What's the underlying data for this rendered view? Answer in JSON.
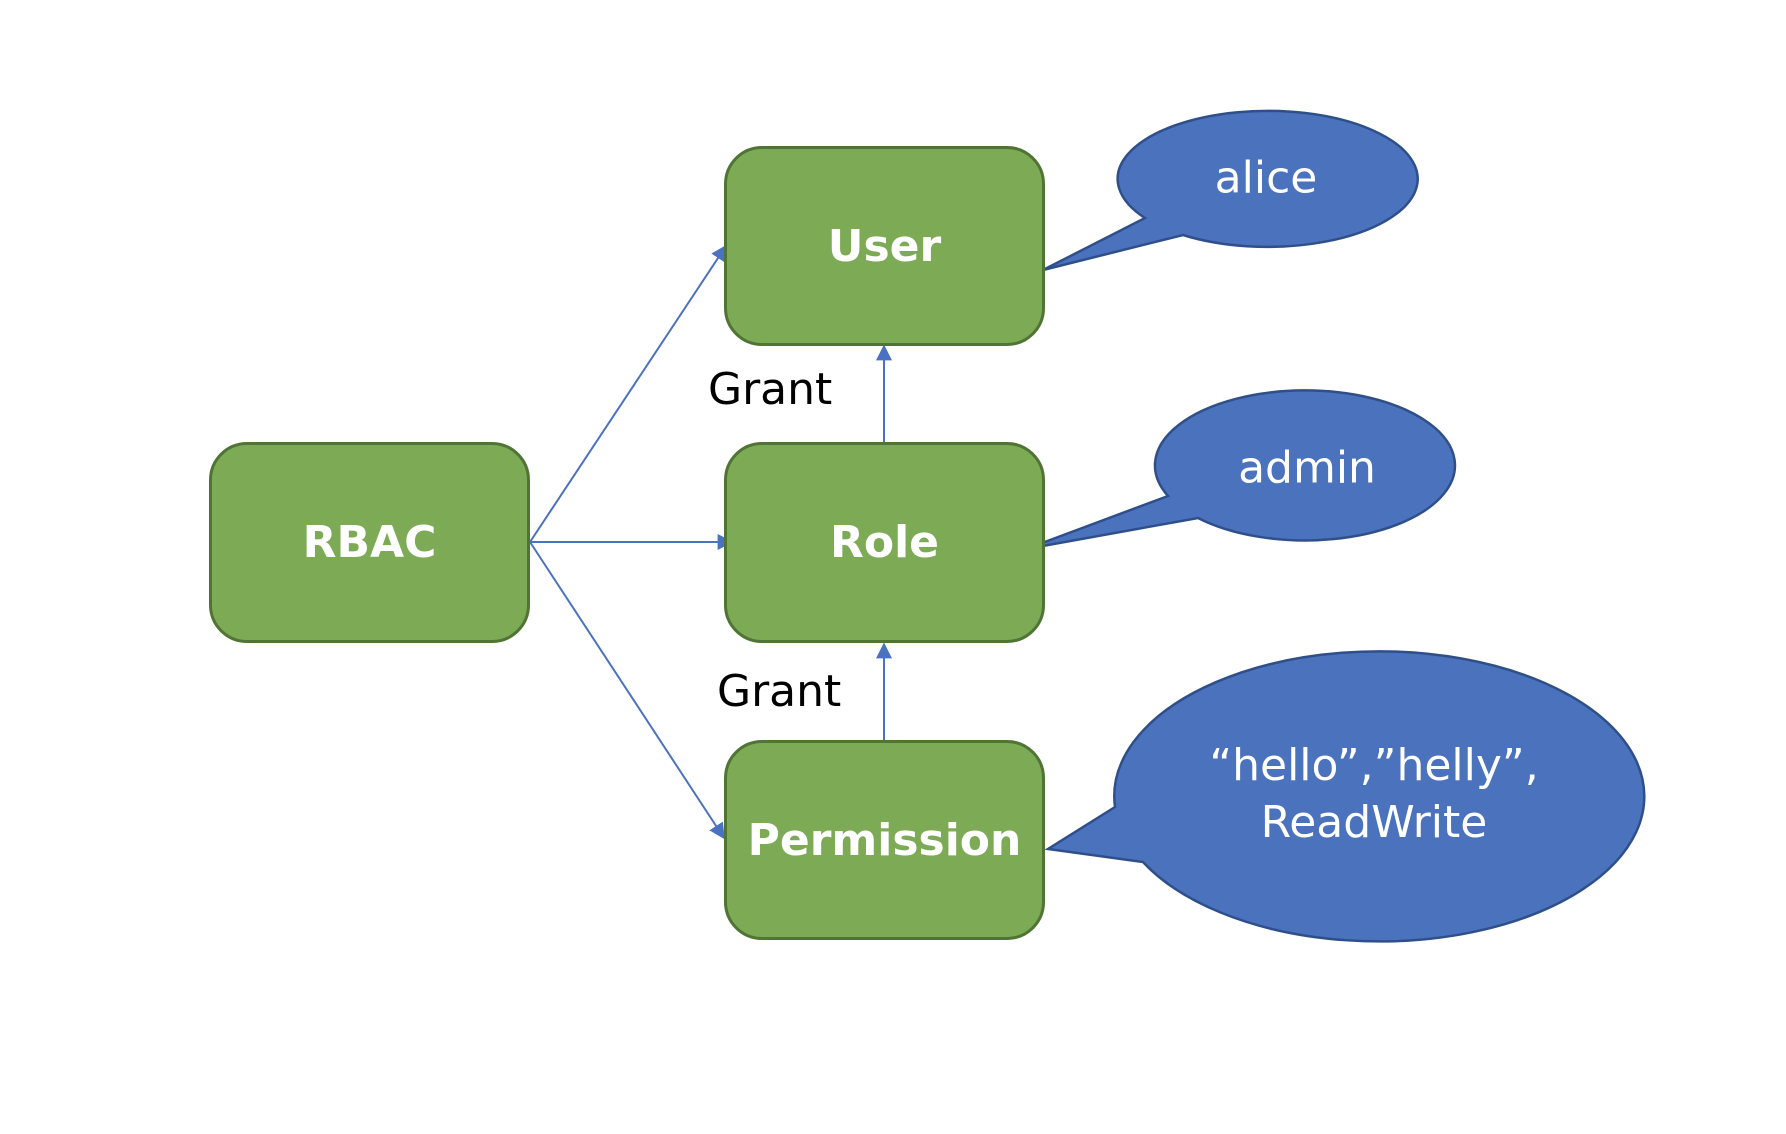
{
  "nodes": {
    "rbac": {
      "label": "RBAC"
    },
    "user": {
      "label": "User"
    },
    "role": {
      "label": "Role"
    },
    "permission": {
      "label": "Permission"
    }
  },
  "edge_labels": {
    "user_role": "Grant",
    "role_permission": "Grant"
  },
  "callouts": {
    "user": "alice",
    "role": "admin",
    "permission_line1": "“hello”,”helly”,",
    "permission_line2": "ReadWrite"
  },
  "colors": {
    "node_fill": "#7daa55",
    "node_border": "#4f7434",
    "callout_fill": "#4b72bd",
    "callout_border": "#2f4f8a",
    "edge": "#4a72c0"
  }
}
